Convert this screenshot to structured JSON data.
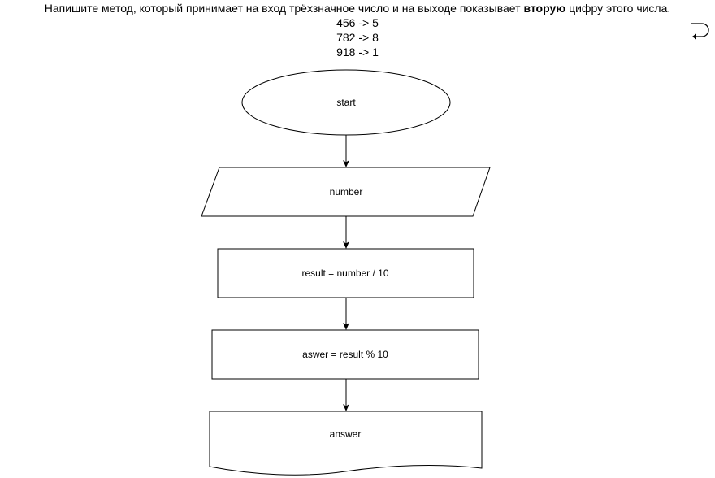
{
  "task": {
    "text_before": "Напишите метод, который принимает на вход трёхзначное число и на выходе показывает ",
    "text_bold": "вторую",
    "text_after": " цифру этого числа.",
    "examples": [
      "456 -> 5",
      "782 -> 8",
      "918 -> 1"
    ]
  },
  "toolbar": {
    "undo_icon": "undo-arrow-icon"
  },
  "flowchart": {
    "nodes": [
      {
        "id": "start",
        "shape": "ellipse",
        "label": "start"
      },
      {
        "id": "input",
        "shape": "parallelogram",
        "label": "number"
      },
      {
        "id": "step1",
        "shape": "rectangle",
        "label": "result = number / 10"
      },
      {
        "id": "step2",
        "shape": "rectangle",
        "label": "aswer = result % 10"
      },
      {
        "id": "output",
        "shape": "document",
        "label": "answer"
      }
    ],
    "edges": [
      {
        "from": "start",
        "to": "input"
      },
      {
        "from": "input",
        "to": "step1"
      },
      {
        "from": "step1",
        "to": "step2"
      },
      {
        "from": "step2",
        "to": "output"
      }
    ],
    "stroke_color": "#000000",
    "fill_color": "#ffffff"
  }
}
